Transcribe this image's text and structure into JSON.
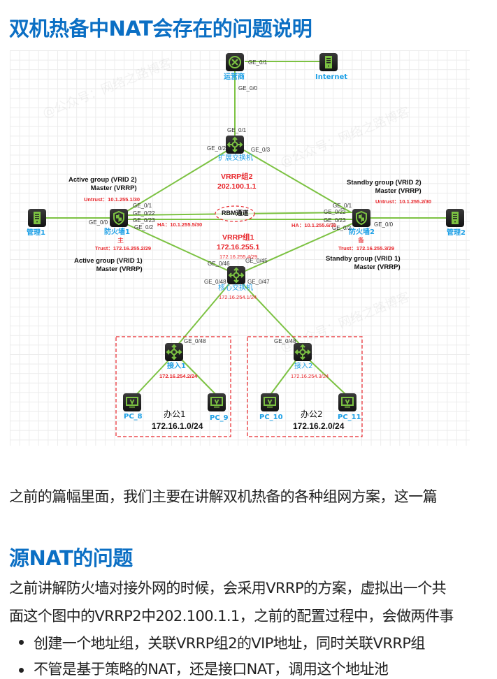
{
  "title": "双机热备中NAT会存在的问题说明",
  "diagram": {
    "watermark": "@公众号：网络之路博客",
    "nodes": {
      "isp": "运营商",
      "internet": "Internet",
      "ext_switch": "扩展交换机",
      "fw1": "防火墙1",
      "fw1_role": "主",
      "fw2": "防火墙2",
      "fw2_role": "备",
      "mgmt1": "管理1",
      "mgmt2": "管理2",
      "core_switch": "核心交换机",
      "access1": "接入1",
      "access2": "接入2",
      "pc8": "PC_8",
      "pc9": "PC_9",
      "pc10": "PC_10",
      "pc11": "PC_11"
    },
    "ports": {
      "isp_ge01": "GE_0/1",
      "isp_ge00": "GE_0/0",
      "ext_ge01": "GE_0/1",
      "ext_ge02": "GE_0/2",
      "ext_ge03": "GE_0/3",
      "fw1_ge01": "GE_0/1",
      "fw1_ge022": "GE_0/22",
      "fw1_ge023": "GE_0/23",
      "fw1_ge02": "GE_0/2",
      "fw1_ge00": "GE_0/0",
      "fw2_ge01": "GE_0/1",
      "fw2_ge022": "GE_0/22",
      "fw2_ge023": "GE_0/23",
      "fw2_ge02": "GE_0/2",
      "fw2_ge00": "GE_0/0",
      "core_ge046": "GE_0/46",
      "core_ge045": "GE_0/45",
      "core_ge048": "GE_0/48",
      "core_ge047": "GE_0/47",
      "acc1_ge048": "GE_0/48",
      "acc2_ge048": "GE_0/48"
    },
    "annotations": {
      "active_vrid2_line1": "Active group (VRID 2)",
      "active_vrid2_line2": "Master (VRRP)",
      "standby_vrid2_line1": "Standby group (VRID 2)",
      "standby_vrid2_line2": "Master (VRRP)",
      "active_vrid1_line1": "Active group (VRID 1)",
      "active_vrid1_line2": "Master (VRRP)",
      "standby_vrid1_line1": "Standby group (VRID 1)",
      "standby_vrid1_line2": "Master (VRRP)",
      "fw1_untrust": "Untrust：10.1.255.1/30",
      "fw2_untrust": "Untrust：10.1.255.2/30",
      "fw1_ha": "HA：10.1.255.5/30",
      "fw2_ha": "HA：10.1.255.6/30",
      "fw1_trust": "Trust：172.16.255.2/29",
      "fw2_trust": "Trust：172.16.255.3/29",
      "vrrp2_name": "VRRP组2",
      "vrrp2_ip": "202.100.1.1",
      "vrrp1_name": "VRRP组1",
      "vrrp1_ip": "172.16.255.1",
      "core_up_ip": "172.16.255.4/29",
      "core_down_ip": "172.16.254.1/24",
      "rbm": "RBM通道",
      "acc1_ip": "172.16.254.2/24",
      "acc2_ip": "172.16.254.3/24"
    },
    "offices": [
      {
        "name": "办公1",
        "network": "172.16.1.0/24"
      },
      {
        "name": "办公2",
        "network": "172.16.2.0/24"
      }
    ],
    "colors": {
      "link": "#7cc242",
      "label_blue": "#1ea0e6",
      "annotation_red": "#e8262b",
      "office_border": "#e8262b"
    }
  },
  "intro_paragraph": "之前的篇幅里面，我们主要在讲解双机热备的各种组网方案，这一篇",
  "section": {
    "heading": "源NAT的问题",
    "paragraph_line1": "之前讲解防火墙对接外网的时候，会采用VRRP的方案，虚拟出一个共",
    "paragraph_line2": "面这个图中的VRRP2中202.100.1.1，之前的配置过程中，会做两件事",
    "bullets": [
      "创建一个地址组，关联VRRP组2的VIP地址，同时关联VRRP组",
      "不管是基于策略的NAT，还是接口NAT，调用这个地址池"
    ]
  }
}
